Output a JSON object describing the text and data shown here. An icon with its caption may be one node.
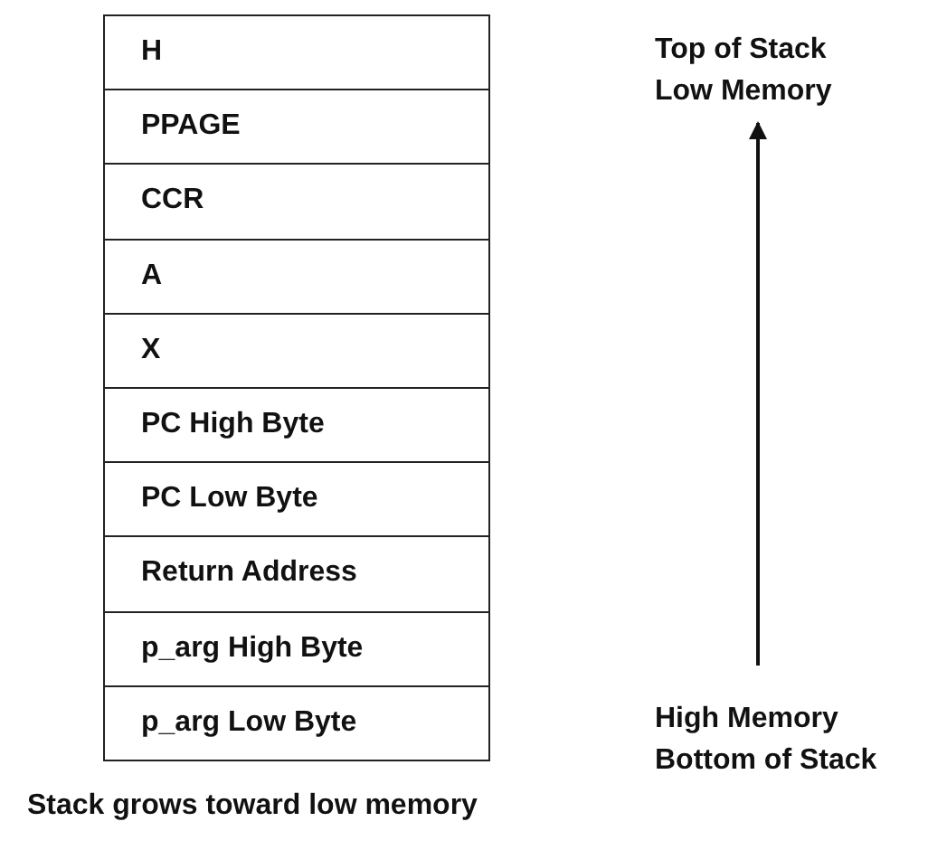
{
  "diagram": {
    "nodes": [
      {
        "text": [
          "H"
        ]
      },
      {
        "text": [
          "PPAGE"
        ]
      },
      {
        "text": [
          "CCR"
        ]
      },
      {
        "text": [
          "A"
        ]
      },
      {
        "text": [
          "X"
        ]
      },
      {
        "text": [
          "PC High Byte"
        ]
      },
      {
        "text": [
          "PC Low Byte"
        ]
      },
      {
        "text": [
          "Return Address"
        ]
      },
      {
        "text": [
          "p_arg High Byte"
        ]
      },
      {
        "text": [
          "p_arg Low Byte"
        ]
      },
      {
        "text": [
          "Top of Stack",
          "Low Memory"
        ]
      },
      {
        "text": [
          "High Memory",
          "Bottom of Stack"
        ]
      }
    ],
    "edges": [
      {
        "from": 11,
        "to": 10,
        "arrow": "to"
      }
    ],
    "labels": [
      "Stack grows toward low memory"
    ]
  }
}
